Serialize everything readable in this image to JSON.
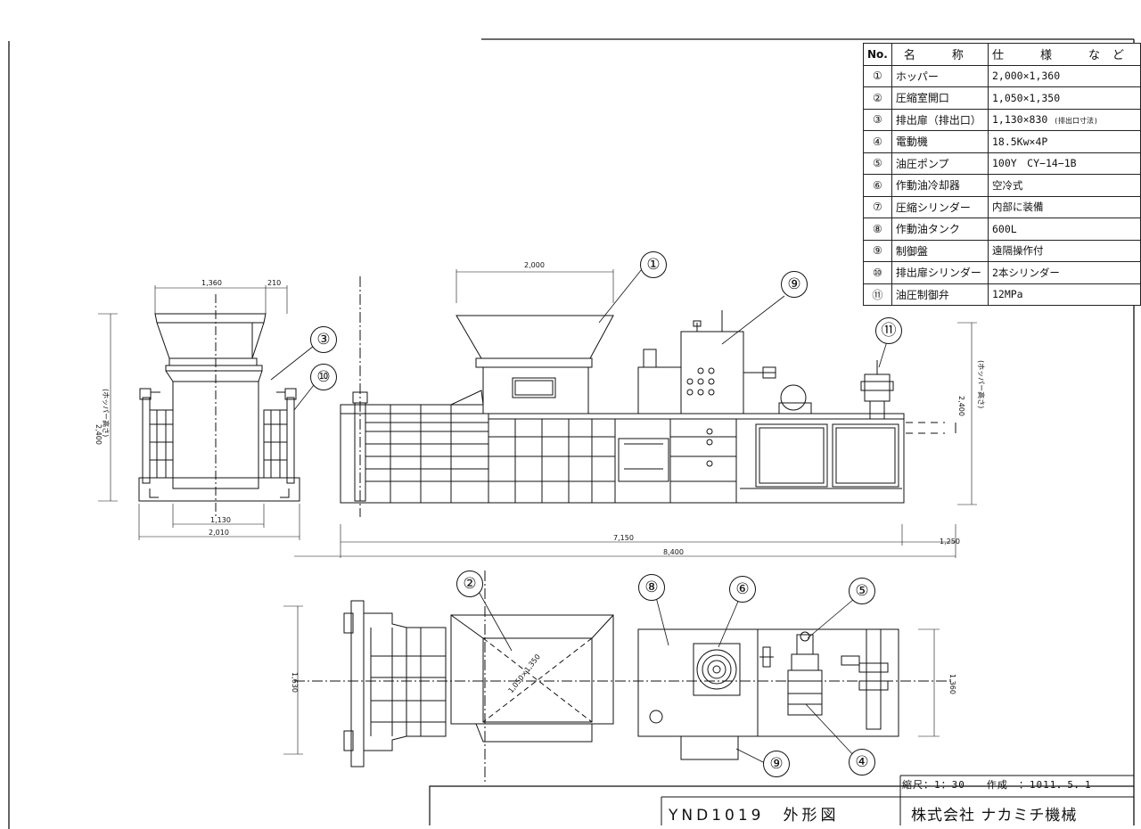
{
  "spec_table": {
    "headers": [
      "No.",
      "名　称",
      "仕　様　など"
    ],
    "rows": [
      {
        "no": "①",
        "name": "ホッパー",
        "spec": "2,000×1,360"
      },
      {
        "no": "②",
        "name": "圧縮室開口",
        "spec": "1,050×1,350"
      },
      {
        "no": "③",
        "name": "排出扉（排出口）",
        "spec": "1,130×830",
        "note": "(排出口寸法)"
      },
      {
        "no": "④",
        "name": "電動機",
        "spec": "18.5Kw×4P"
      },
      {
        "no": "⑤",
        "name": "油圧ポンプ",
        "spec": "100Y　CY−14−1B"
      },
      {
        "no": "⑥",
        "name": "作動油冷却器",
        "spec": "空冷式"
      },
      {
        "no": "⑦",
        "name": "圧縮シリンダー",
        "spec": "内部に装備"
      },
      {
        "no": "⑧",
        "name": "作動油タンク",
        "spec": "600L"
      },
      {
        "no": "⑨",
        "name": "制御盤",
        "spec": "遠隔操作付"
      },
      {
        "no": "⑩",
        "name": "排出扉シリンダー",
        "spec": "2本シリンダー"
      },
      {
        "no": "⑪",
        "name": "油圧制御弁",
        "spec": "12MPa"
      }
    ]
  },
  "dimensions": {
    "d1360": "1,360",
    "d210": "210",
    "d2400": "2,400",
    "d1130": "1,130",
    "d2010": "2,010",
    "d2000": "2,000",
    "d7150": "7,150",
    "d1250": "1,250",
    "d8400": "8,400",
    "d1630": "1,630",
    "d1360b": "1,360",
    "d2400b": "2,400",
    "hopper_height_note": "(ホッパー高さ)",
    "opening": "1,050×1,350"
  },
  "callouts": {
    "c1": "①",
    "c2": "②",
    "c3": "③",
    "c4": "④",
    "c5": "⑤",
    "c6": "⑥",
    "c8": "⑧",
    "c9a": "⑨",
    "c9b": "⑨",
    "c10": "⑩",
    "c11": "⑪"
  },
  "title_block": {
    "scale_date": "縮尺：1：30　　作成　：1011．5．1",
    "model": "YND1019　外形図",
    "company": "株式会社 ナカミチ機械"
  }
}
